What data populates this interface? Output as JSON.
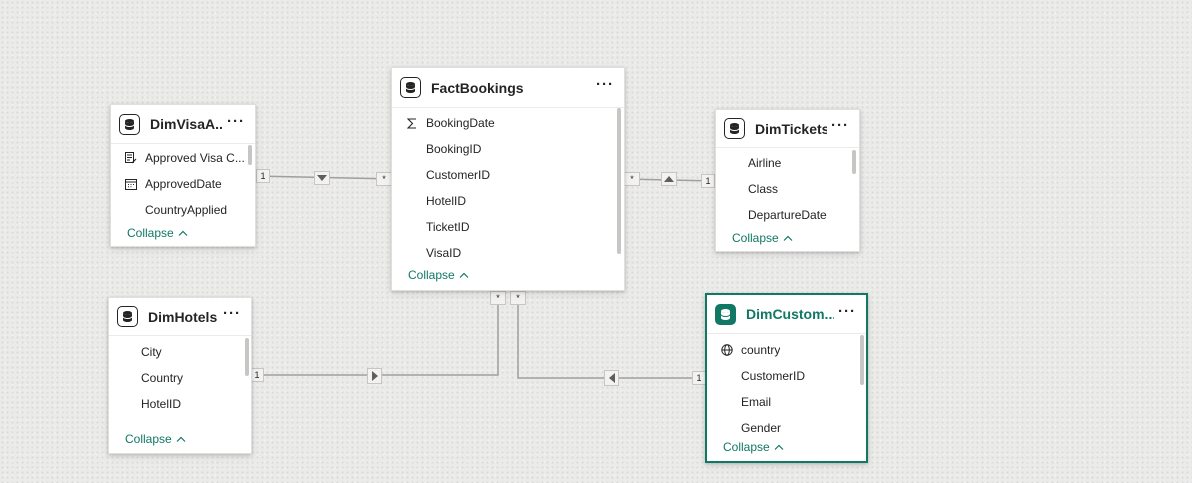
{
  "tables": {
    "factBookings": {
      "name": "FactBookings",
      "fields": [
        {
          "name": "BookingDate",
          "icon": "sigma-icon"
        },
        {
          "name": "BookingID",
          "icon": ""
        },
        {
          "name": "CustomerID",
          "icon": ""
        },
        {
          "name": "HotelID",
          "icon": ""
        },
        {
          "name": "TicketID",
          "icon": ""
        },
        {
          "name": "VisaID",
          "icon": ""
        }
      ],
      "collapse_label": "Collapse"
    },
    "dimVisa": {
      "name": "DimVisaA...",
      "fields": [
        {
          "name": "Approved Visa C...",
          "icon": "calculated-column-icon"
        },
        {
          "name": "ApprovedDate",
          "icon": "calendar-icon"
        },
        {
          "name": "CountryApplied",
          "icon": ""
        }
      ],
      "collapse_label": "Collapse"
    },
    "dimTickets": {
      "name": "DimTickets",
      "fields": [
        {
          "name": "Airline",
          "icon": ""
        },
        {
          "name": "Class",
          "icon": ""
        },
        {
          "name": "DepartureDate",
          "icon": ""
        }
      ],
      "collapse_label": "Collapse"
    },
    "dimHotels": {
      "name": "DimHotels",
      "fields": [
        {
          "name": "City",
          "icon": ""
        },
        {
          "name": "Country",
          "icon": ""
        },
        {
          "name": "HotelID",
          "icon": ""
        }
      ],
      "collapse_label": "Collapse"
    },
    "dimCustomers": {
      "name": "DimCustom...",
      "selected": true,
      "fields": [
        {
          "name": "country",
          "icon": "globe-icon"
        },
        {
          "name": "CustomerID",
          "icon": ""
        },
        {
          "name": "Email",
          "icon": ""
        },
        {
          "name": "Gender",
          "icon": ""
        }
      ],
      "collapse_label": "Collapse"
    }
  },
  "more_label": "···",
  "relationships": [
    {
      "from": "DimVisaA...",
      "to": "FactBookings",
      "from_cardinality": "1",
      "to_cardinality": "*",
      "filter_direction": "down"
    },
    {
      "from": "DimTickets",
      "to": "FactBookings",
      "from_cardinality": "1",
      "to_cardinality": "*",
      "filter_direction": "up"
    },
    {
      "from": "DimHotels",
      "to": "FactBookings",
      "from_cardinality": "1",
      "to_cardinality": "*",
      "filter_direction": "right"
    },
    {
      "from": "DimCustom...",
      "to": "FactBookings",
      "from_cardinality": "1",
      "to_cardinality": "*",
      "filter_direction": "left"
    }
  ],
  "colors": {
    "accent": "#117865",
    "canvas": "#ebebea",
    "line": "#a19f9d"
  }
}
